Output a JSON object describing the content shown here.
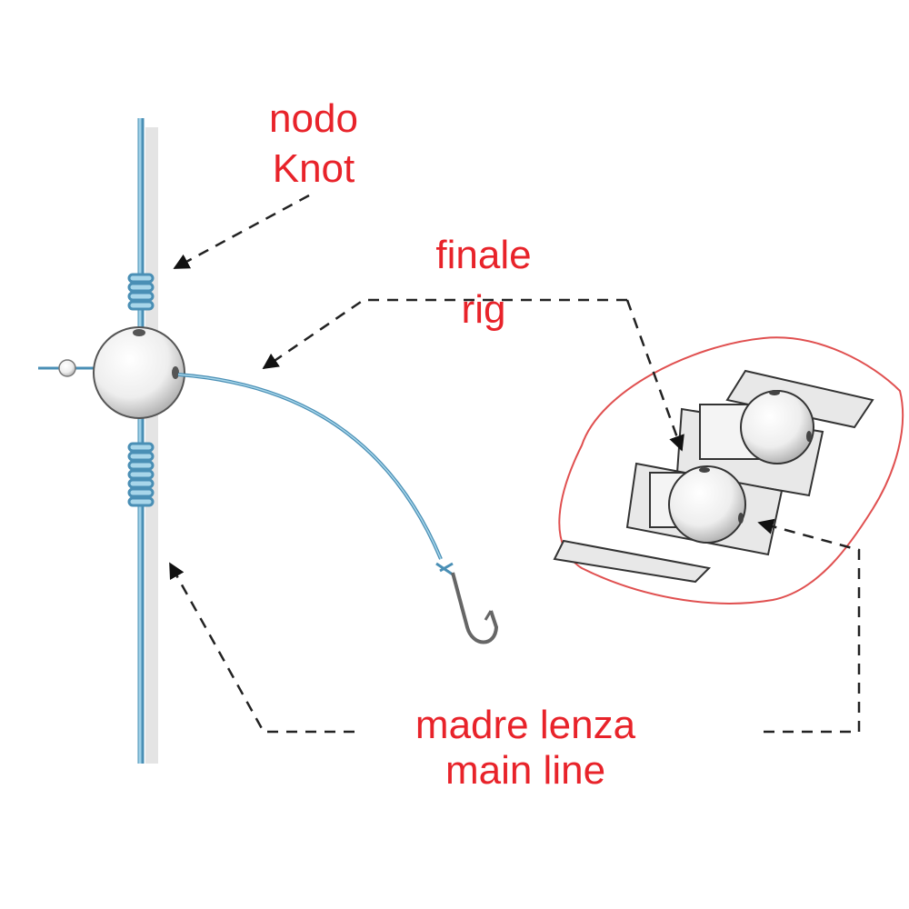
{
  "labels": {
    "knot_it": "nodo",
    "knot_en": "Knot",
    "rig_it": "finale",
    "rig_en": "rig",
    "mainline_it": "madre lenza",
    "mainline_en": "main line"
  },
  "colors": {
    "label": "#e8232a",
    "line": "#7fbcd8",
    "line_dark": "#4a8fb5",
    "outline": "#e05050",
    "arrow": "#222222"
  },
  "icons": [
    "swivel-bead-icon",
    "hook-icon",
    "bead-holder-icon"
  ]
}
